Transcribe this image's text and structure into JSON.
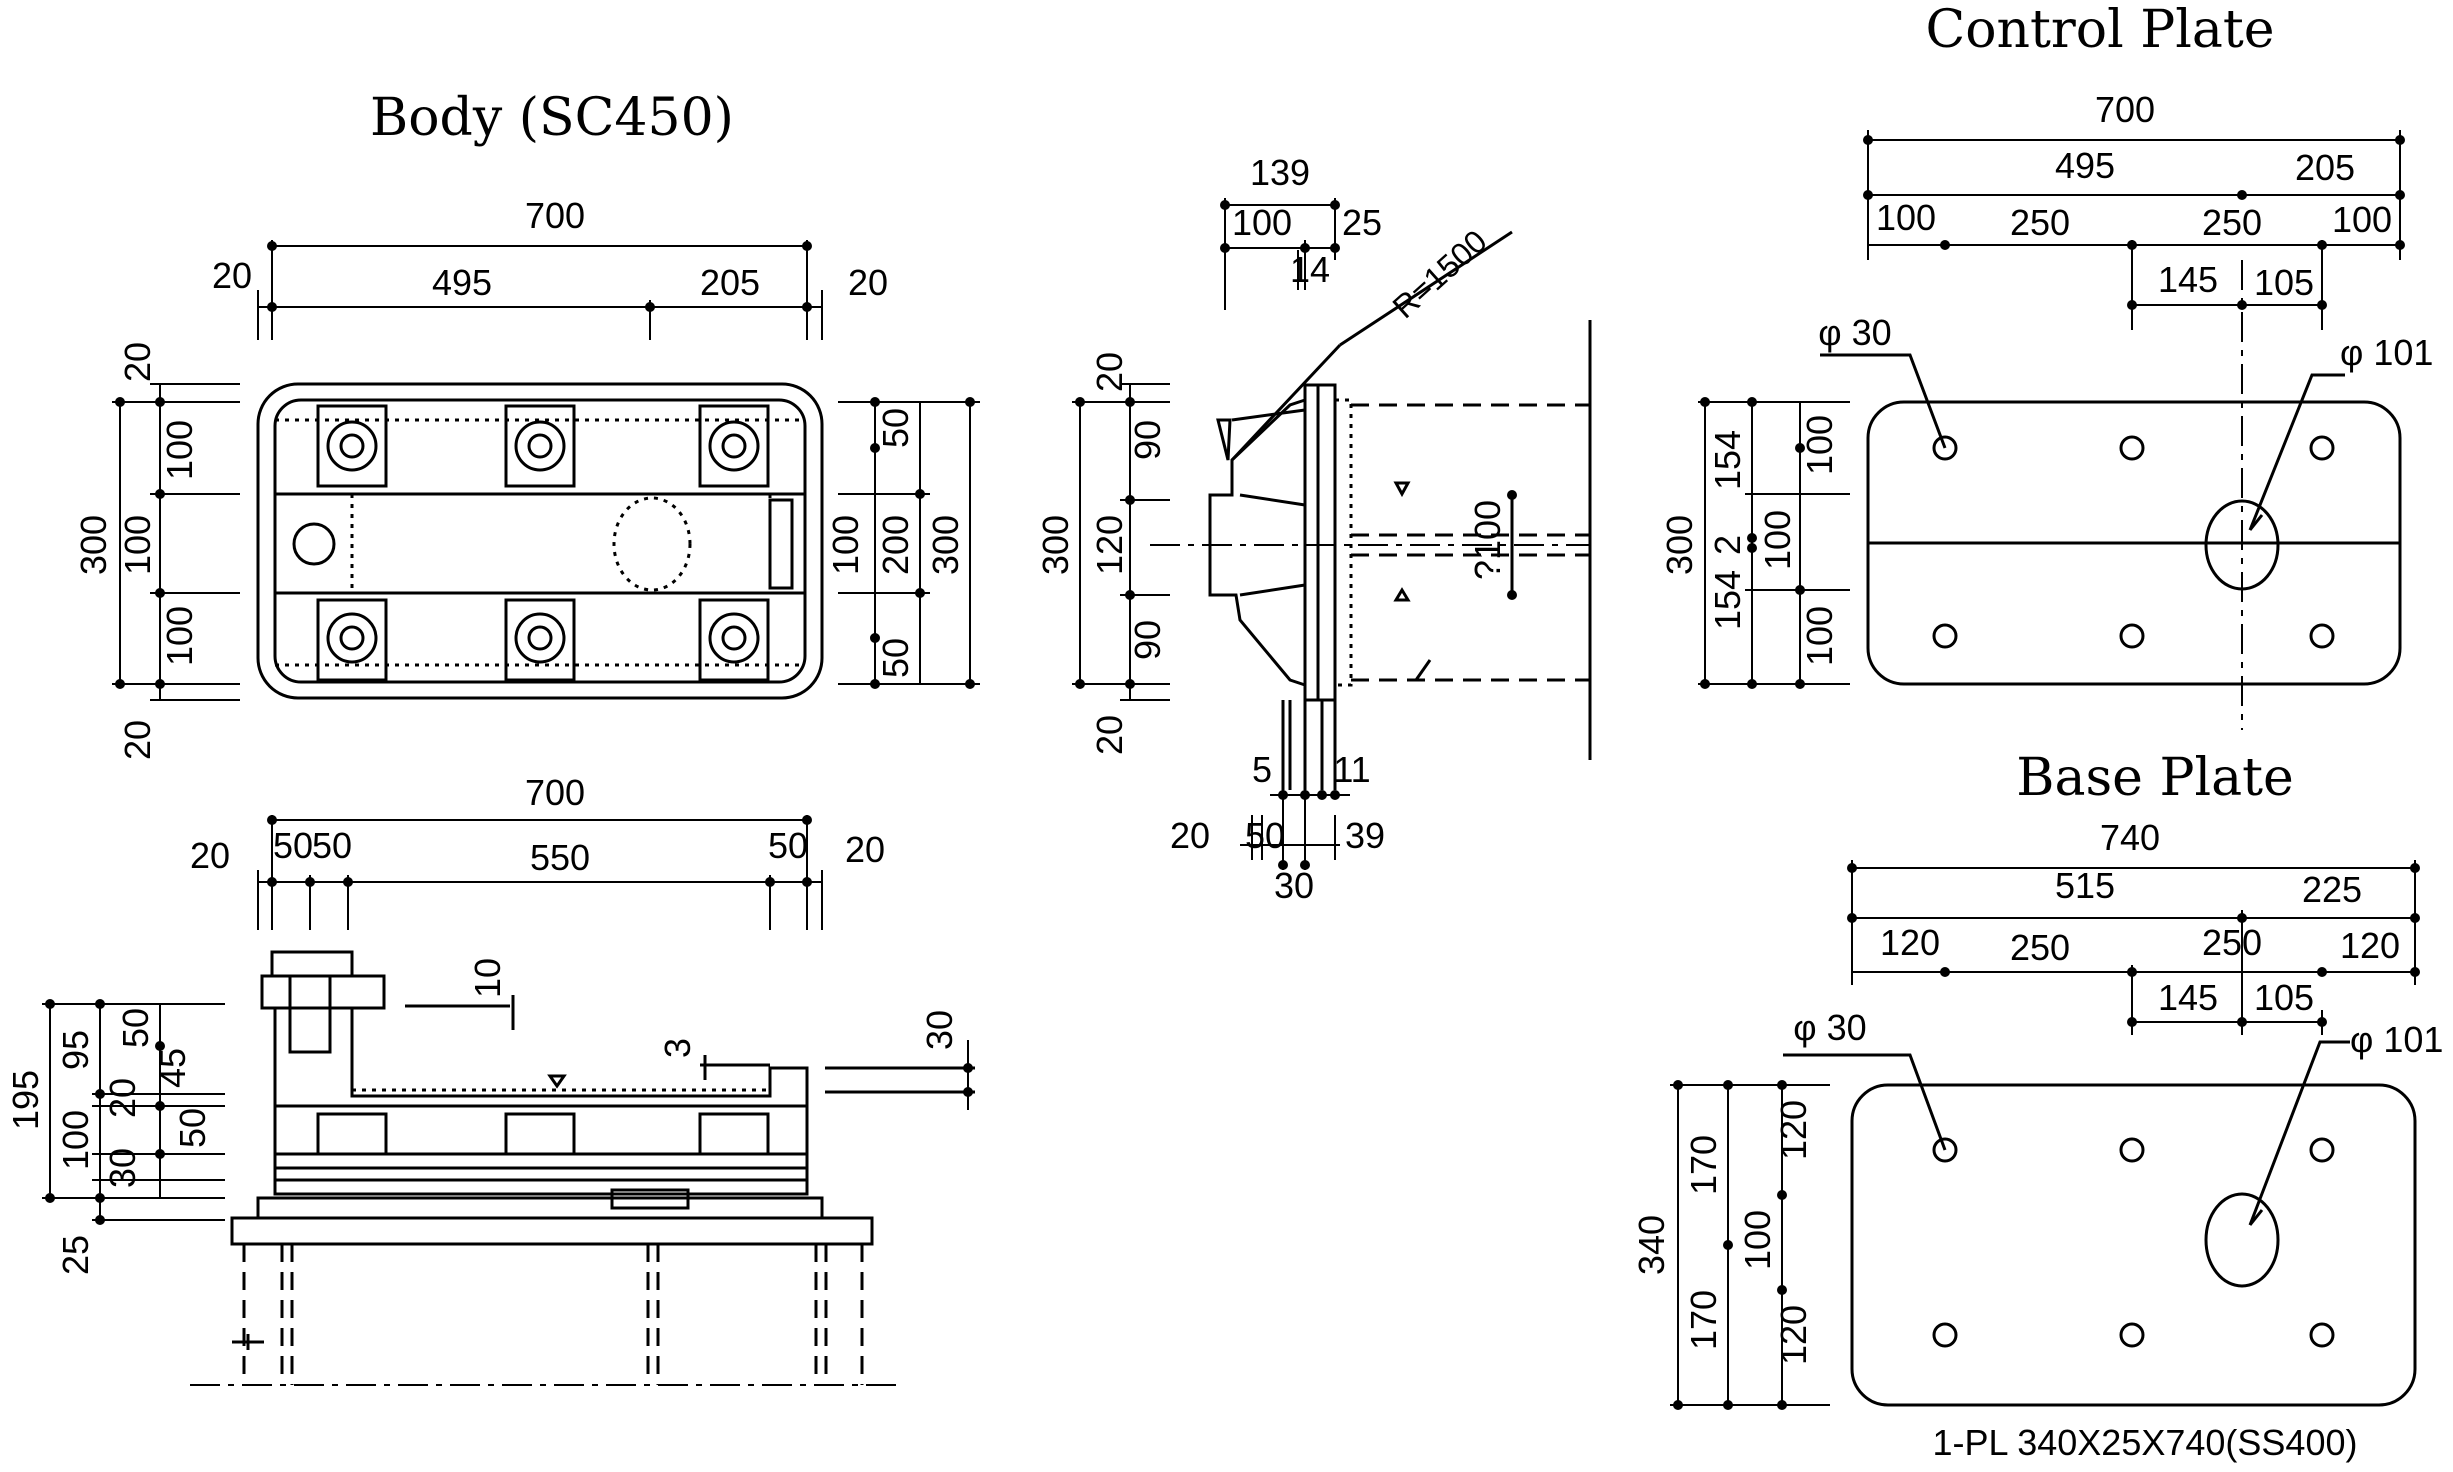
{
  "titles": {
    "body": "Body (SC450)",
    "control_plate": "Control Plate",
    "base_plate": "Base Plate"
  },
  "body_plan": {
    "top_total": "700",
    "top_a": "495",
    "top_b": "205",
    "edge_l": "20",
    "edge_r": "20",
    "left_total": "300",
    "left_top": "20",
    "left_a": "100",
    "left_b": "100",
    "left_c": "100",
    "left_bot": "20",
    "right_a": "50",
    "right_b": "100",
    "right_c": "200",
    "right_d": "300",
    "right_e": "50"
  },
  "body_elev": {
    "top_total": "700",
    "edge_l": "20",
    "a": "50",
    "b": "50",
    "c": "550",
    "d": "50",
    "edge_r": "20",
    "h_total": "195",
    "h_95": "95",
    "h_100": "100",
    "h_50a": "50",
    "h_20": "20",
    "h_30a": "30",
    "h_45": "45",
    "h_50b": "50",
    "h_25": "25",
    "weld_10": "10",
    "weld_3": "3",
    "right_30": "30"
  },
  "section": {
    "top_139": "139",
    "top_100": "100",
    "top_25": "25",
    "top_14": "14",
    "radius": "R=1500",
    "v_300": "300",
    "v_20a": "20",
    "v_90a": "90",
    "v_120": "120",
    "v_90b": "90",
    "v_20b": "20",
    "hole": "?100",
    "b_5": "5",
    "b_11": "11",
    "b_20": "20",
    "b_50": "50",
    "b_39": "39",
    "b_30": "30"
  },
  "control_plate": {
    "total": "700",
    "a": "495",
    "b": "205",
    "s1": "100",
    "s2": "250",
    "s3": "250",
    "s4": "100",
    "c1": "145",
    "c2": "105",
    "phi_small": "φ 30",
    "phi_large": "φ 101",
    "v_total": "300",
    "v_154a": "154",
    "v_2": "2",
    "v_154b": "154",
    "v_100a": "100",
    "v_100b": "100",
    "v_100c": "100"
  },
  "base_plate": {
    "total": "740",
    "a": "515",
    "b": "225",
    "s1": "120",
    "s2": "250",
    "s3": "250",
    "s4": "120",
    "c1": "145",
    "c2": "105",
    "phi_small": "φ 30",
    "phi_large": "φ 101",
    "v_total": "340",
    "v_170a": "170",
    "v_100": "100",
    "v_170b": "170",
    "v_120a": "120",
    "v_120b": "120",
    "label": "1-PL 340X25X740(SS400)"
  }
}
